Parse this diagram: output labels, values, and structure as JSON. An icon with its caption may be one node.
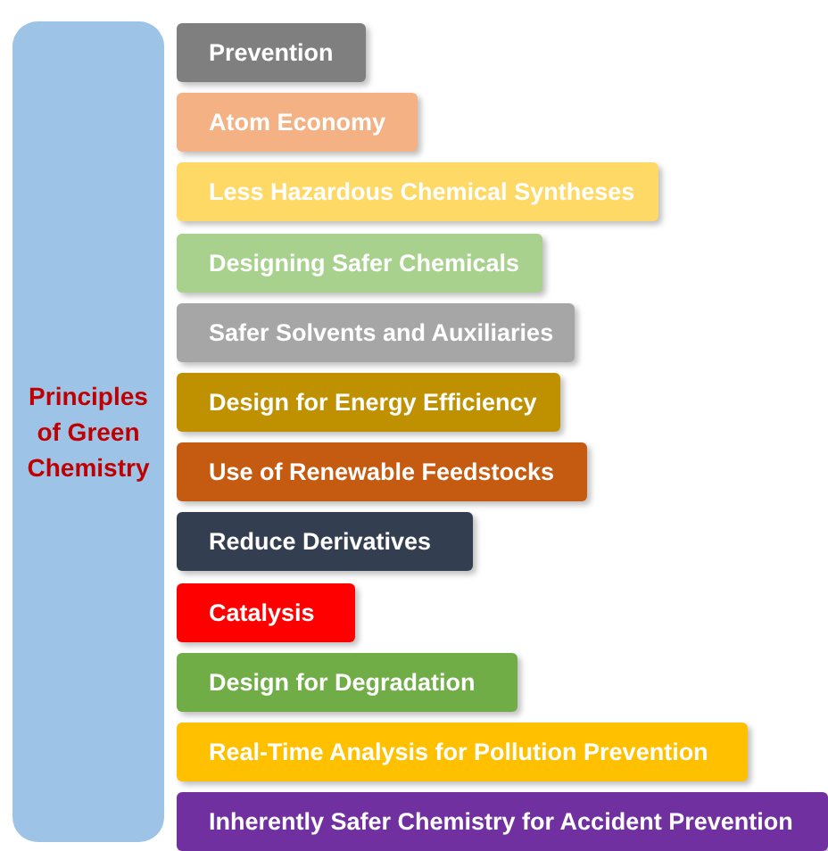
{
  "diagram": {
    "nodes": [
      {
        "text": [
          "Principles of Green Chemistry"
        ]
      },
      {
        "text": [
          "Prevention"
        ]
      },
      {
        "text": [
          "Atom Economy"
        ]
      },
      {
        "text": [
          "Less Hazardous Chemical Syntheses"
        ]
      },
      {
        "text": [
          "Designing Safer Chemicals"
        ]
      },
      {
        "text": [
          "Safer Solvents and Auxiliaries"
        ]
      },
      {
        "text": [
          "Design for Energy Efficiency"
        ]
      },
      {
        "text": [
          "Use of Renewable Feedstocks"
        ]
      },
      {
        "text": [
          "Reduce Derivatives"
        ]
      },
      {
        "text": [
          "Catalysis"
        ]
      },
      {
        "text": [
          "Design for Degradation"
        ]
      },
      {
        "text": [
          "Real-Time Analysis for Pollution Prevention"
        ]
      },
      {
        "text": [
          "Inherently Safer Chemistry for Accident Prevention"
        ]
      }
    ]
  }
}
